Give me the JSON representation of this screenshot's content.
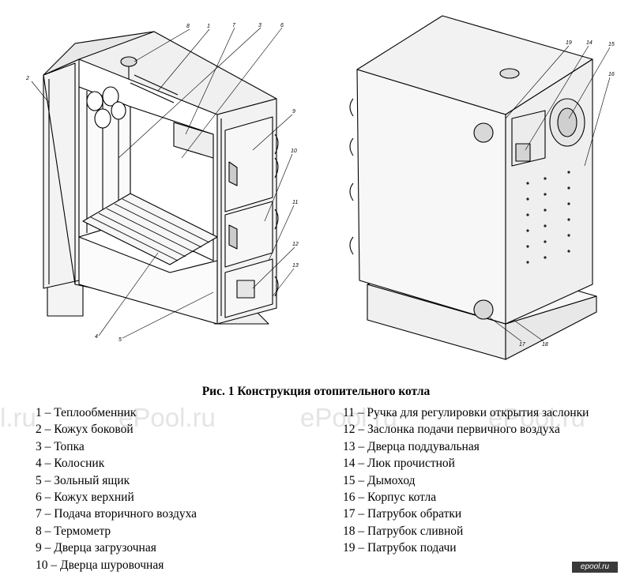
{
  "figure": {
    "caption": "Рис. 1 Конструкция отопительного котла",
    "callouts_left": [
      "1",
      "2",
      "3",
      "4",
      "5",
      "6",
      "7",
      "8",
      "9",
      "10",
      "11",
      "12",
      "13"
    ],
    "callouts_right": [
      "14",
      "15",
      "16",
      "17",
      "18",
      "19"
    ]
  },
  "legend": {
    "left": [
      "1 – Теплообменник",
      "2 – Кожух боковой",
      "3 – Топка",
      "4 – Колосник",
      "5 – Зольный ящик",
      "6 – Кожух верхний",
      "7 – Подача вторичного воздуха",
      "8 – Термометр",
      "9 – Дверца загрузочная",
      "10 – Дверца шуровочная"
    ],
    "right": [
      "11 – Ручка для регулировки открытия заслонки",
      "12 – Заслонка подачи первичного воздуха",
      "13 – Дверца поддувальная",
      "14 – Люк прочистной",
      "15 – Дымоход",
      "16 – Корпус котла",
      "17 – Патрубок обратки",
      "18 – Патрубок сливной",
      "19 – Патрубок подачи"
    ]
  },
  "watermarks": [
    "l.ru",
    "ePool.ru",
    "ePool.ru",
    "ePool.ru"
  ],
  "corner_logo": "epool.ru"
}
